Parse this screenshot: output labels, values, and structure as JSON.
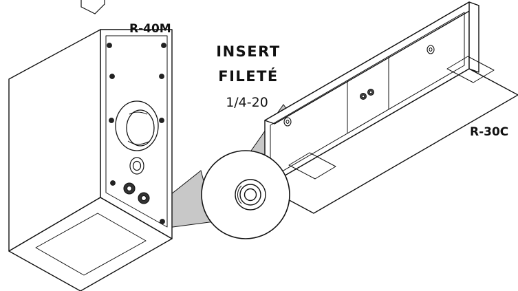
{
  "labels": {
    "model_left": "R-40M",
    "model_right": "R-30C",
    "insert_line1": "INSERT",
    "insert_line2": "FILETÉ",
    "thread_size": "1/4-20"
  },
  "colors": {
    "line": "#111111",
    "callout_fill": "#c8c8c8",
    "background": "#ffffff"
  }
}
